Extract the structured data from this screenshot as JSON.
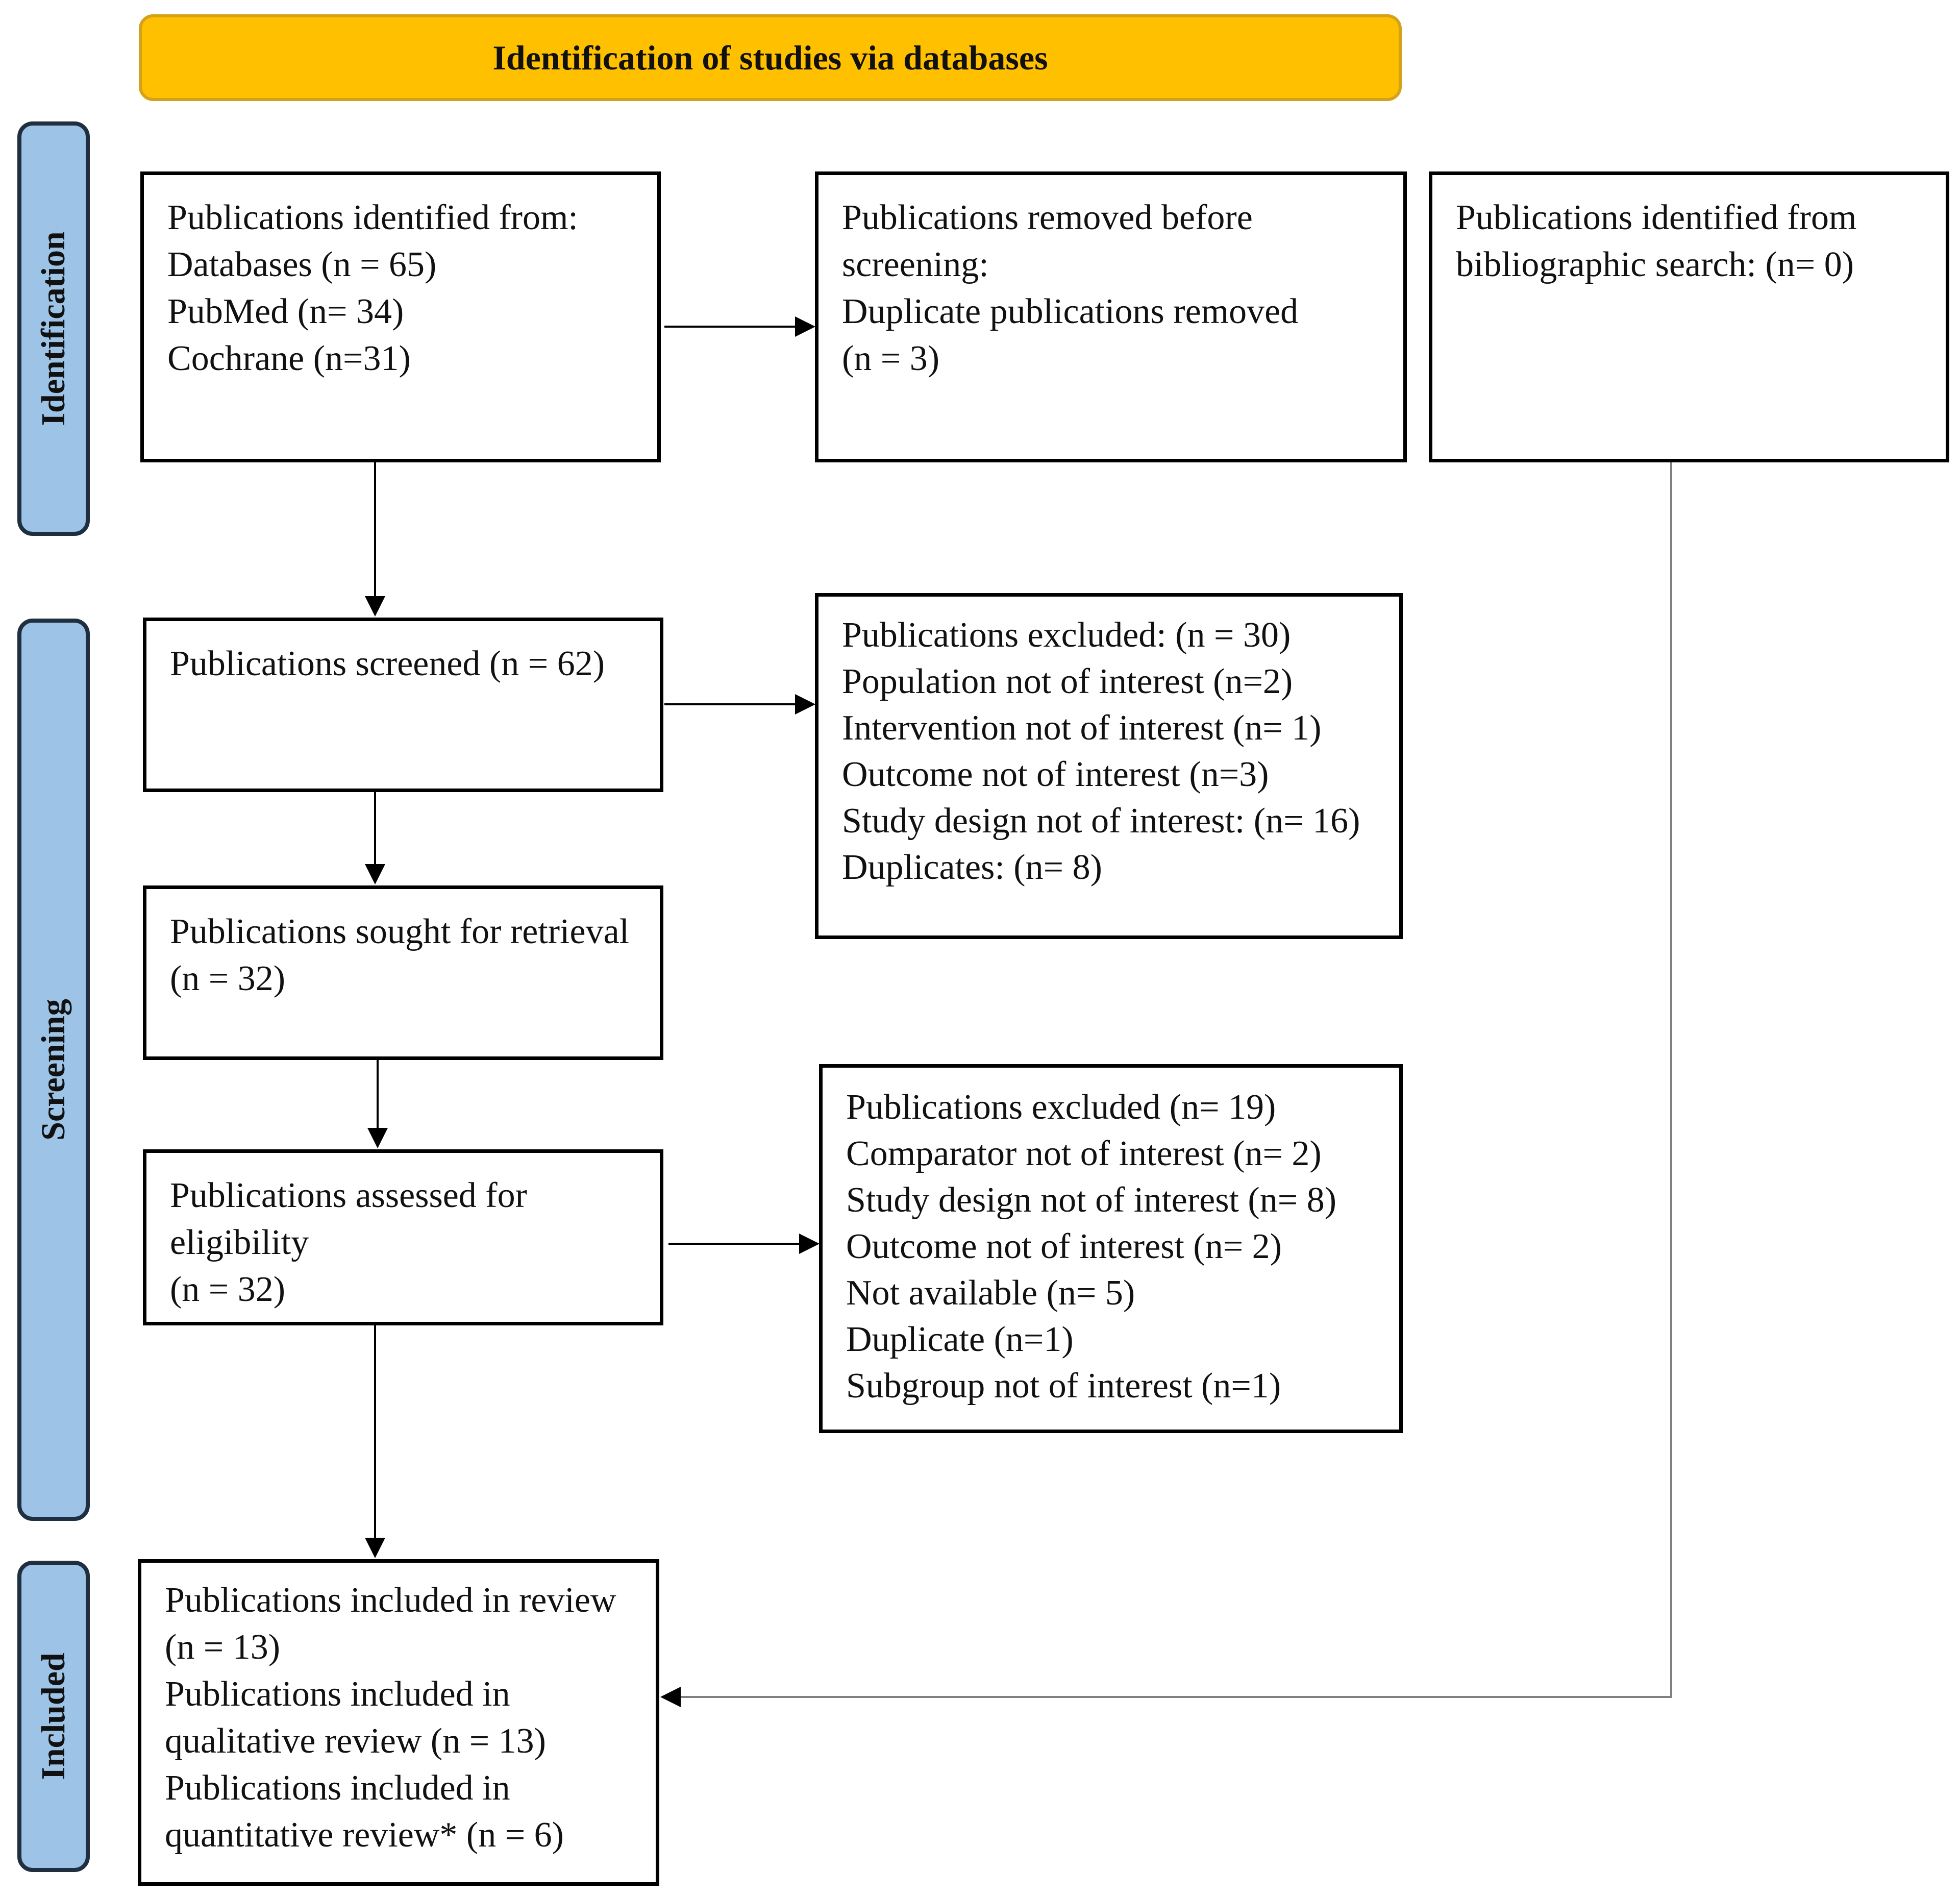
{
  "header": {
    "title": "Identification of studies via databases"
  },
  "stages": {
    "identification": "Identification",
    "screening": "Screening",
    "included": "Included"
  },
  "boxes": {
    "identified": {
      "lines": [
        "Publications identified from:",
        "Databases (n = 65)",
        "PubMed (n= 34)",
        "Cochrane (n=31)"
      ]
    },
    "removed": {
      "lines": [
        "Publications removed before",
        "screening:",
        "Duplicate publications removed",
        "(n = 3)"
      ]
    },
    "bibliographic": {
      "lines": [
        "Publications identified from",
        "bibliographic search: (n= 0)"
      ]
    },
    "screened": {
      "lines": [
        "Publications screened (n = 62)"
      ]
    },
    "excluded_screen": {
      "lines": [
        "Publications excluded: (n = 30)",
        "Population not of interest (n=2)",
        "Intervention not of interest (n= 1)",
        "Outcome not of interest (n=3)",
        "Study design not of interest: (n= 16)",
        "Duplicates: (n= 8)"
      ]
    },
    "sought": {
      "lines": [
        "Publications sought for retrieval",
        "(n = 32)"
      ]
    },
    "assessed": {
      "lines": [
        "Publications assessed for",
        "eligibility",
        "(n = 32)"
      ]
    },
    "excluded_elig": {
      "lines": [
        "Publications excluded (n= 19)",
        "Comparator not of interest (n= 2)",
        "Study design not of interest (n= 8)",
        "Outcome not of interest (n= 2)",
        "Not available (n= 5)",
        "Duplicate (n=1)",
        "Subgroup not of interest (n=1)"
      ]
    },
    "included": {
      "lines": [
        "Publications included in review",
        "(n = 13)",
        "Publications included in",
        "qualitative review (n = 13)",
        "Publications included in",
        "quantitative review* (n = 6)"
      ]
    }
  },
  "colors": {
    "header_fill": "#ffc000",
    "stage_fill": "#9dc3e6",
    "box_border": "#000000",
    "bibliographic_connector": "#808080"
  }
}
